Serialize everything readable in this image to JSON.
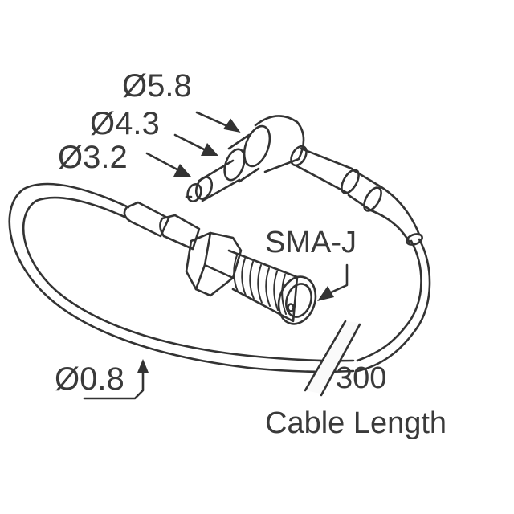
{
  "diagram": {
    "subject": "SMA-J cable assembly",
    "line_color": "#333333",
    "text_color": "#3a3a3a",
    "labels": {
      "dia_5_8": "Ø5.8",
      "dia_4_3": "Ø4.3",
      "dia_3_2": "Ø3.2",
      "connector": "SMA-J",
      "dia_0_8": "Ø0.8",
      "length_value": "300",
      "length_caption": "Cable Length"
    }
  }
}
